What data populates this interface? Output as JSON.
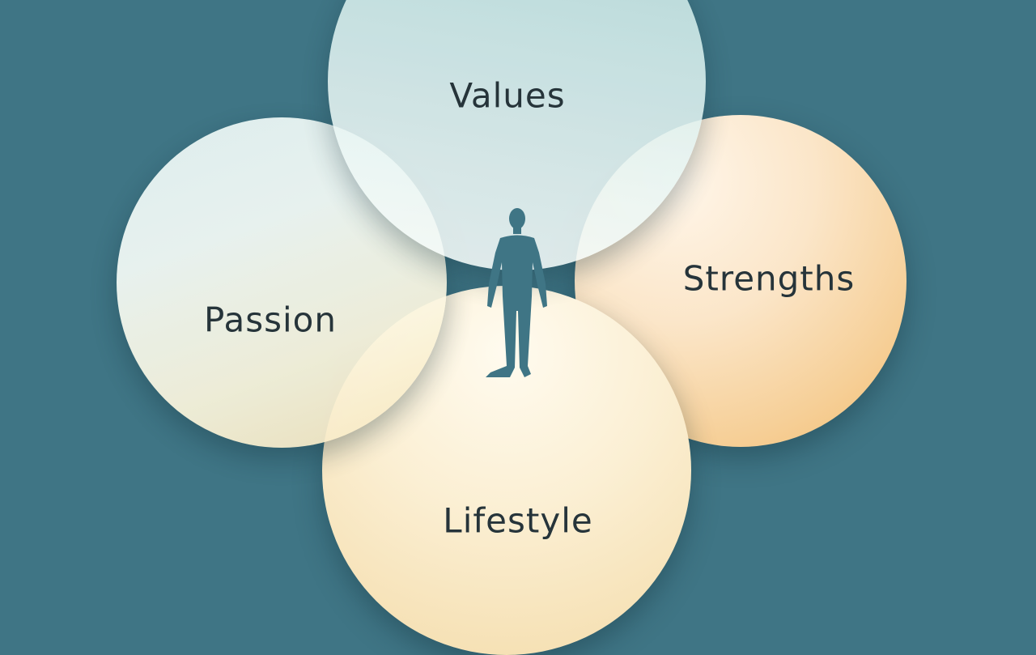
{
  "background_color": "#3f7585",
  "figure_color": "#3f7585",
  "labels": {
    "values": "Values",
    "strengths": "Strengths",
    "passion": "Passion",
    "lifestyle": "Lifestyle"
  },
  "center_icon": "person-silhouette-icon"
}
